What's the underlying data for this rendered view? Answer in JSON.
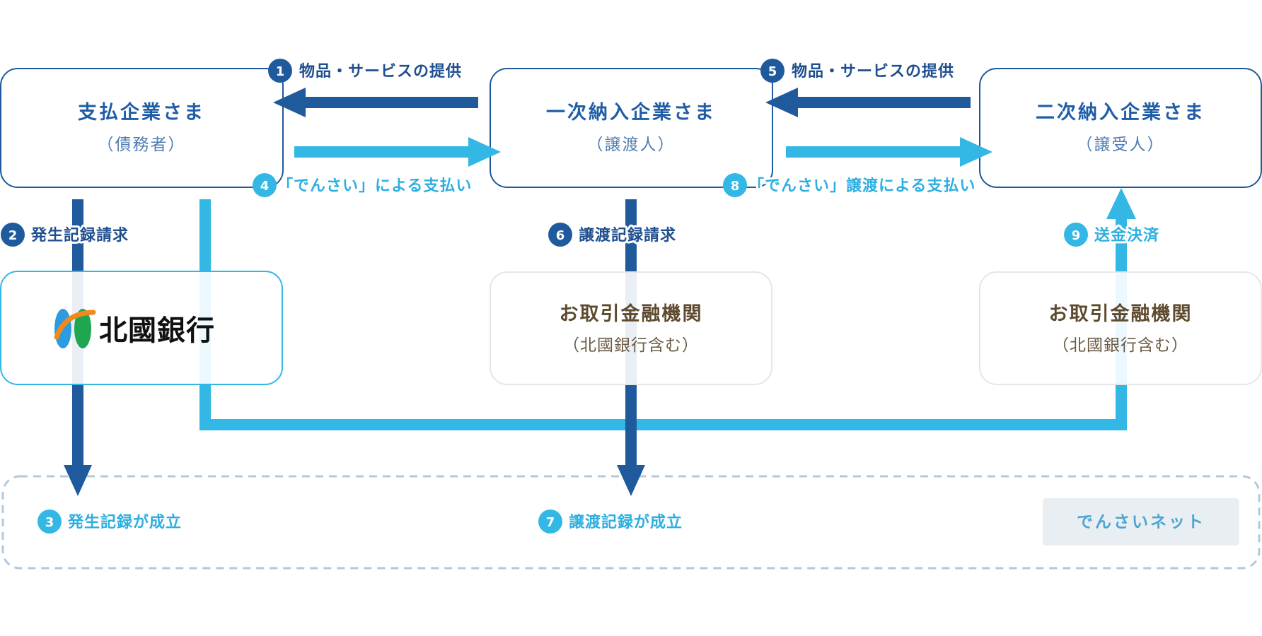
{
  "parties": {
    "payer": {
      "title": "支払企業さま",
      "role": "（債務者）"
    },
    "primary": {
      "title": "一次納入企業さま",
      "role": "（譲渡人）"
    },
    "secondary": {
      "title": "二次納入企業さま",
      "role": "（譲受人）"
    }
  },
  "bank": {
    "name": "北國銀行"
  },
  "institutions": {
    "middle": {
      "title": "お取引金融機関",
      "sub": "（北國銀行含む）"
    },
    "right": {
      "title": "お取引金融機関",
      "sub": "（北國銀行含む）"
    }
  },
  "steps": [
    {
      "num": "1",
      "label": "物品・サービスの提供"
    },
    {
      "num": "2",
      "label": "発生記録請求"
    },
    {
      "num": "3",
      "label": "発生記録が成立"
    },
    {
      "num": "4",
      "label": "「でんさい」による支払い"
    },
    {
      "num": "5",
      "label": "物品・サービスの提供"
    },
    {
      "num": "6",
      "label": "譲渡記録請求"
    },
    {
      "num": "7",
      "label": "譲渡記録が成立"
    },
    {
      "num": "8",
      "label": "「でんさい」譲渡による支払い"
    },
    {
      "num": "9",
      "label": "送金決済"
    }
  ],
  "densai_net": {
    "label": "でんさいネット"
  },
  "colors": {
    "dark_blue": "#1f5a9c",
    "light_blue": "#33b7e4",
    "box_border": "#1f5a9c",
    "dashed_border": "#b4c8dc",
    "densai_bg": "#e9eef2",
    "institution_border": "#e6e6e6",
    "bank_border": "#33b7e4",
    "logo_blue": "#2c9be0",
    "logo_green": "#1fa650",
    "logo_orange": "#f08a1c"
  }
}
